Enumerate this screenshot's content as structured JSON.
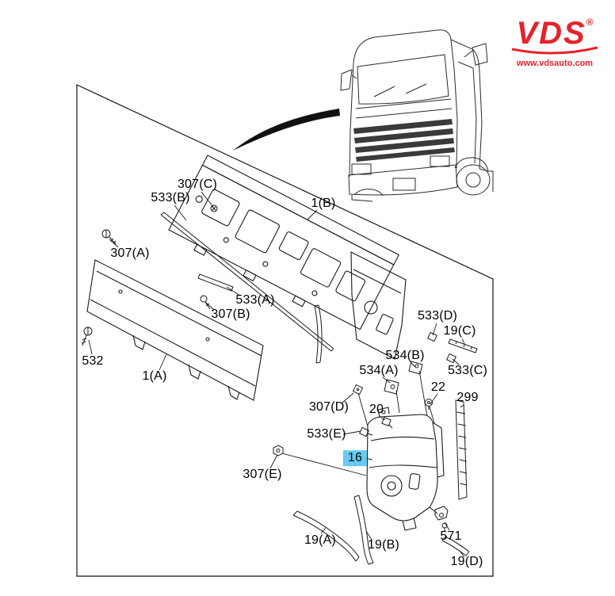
{
  "brand": {
    "name": "VDS",
    "registered_mark": "®",
    "website": "www.vdsauto.com",
    "brand_color": "#e5232b"
  },
  "diagram": {
    "highlight_color": "#66cbf2",
    "labels": [
      {
        "id": "307C",
        "text": "307(C)"
      },
      {
        "id": "533B",
        "text": "533(B)"
      },
      {
        "id": "307A",
        "text": "307(A)"
      },
      {
        "id": "533A",
        "text": "533(A)"
      },
      {
        "id": "307B",
        "text": "307(B)"
      },
      {
        "id": "532",
        "text": "532"
      },
      {
        "id": "1A",
        "text": "1(A)"
      },
      {
        "id": "1B",
        "text": "1(B)"
      },
      {
        "id": "533D",
        "text": "533(D)"
      },
      {
        "id": "19C",
        "text": "19(C)"
      },
      {
        "id": "534B",
        "text": "534(B)"
      },
      {
        "id": "533C",
        "text": "533(C)"
      },
      {
        "id": "534A",
        "text": "534(A)"
      },
      {
        "id": "22",
        "text": "22"
      },
      {
        "id": "299",
        "text": "299"
      },
      {
        "id": "307D",
        "text": "307(D)"
      },
      {
        "id": "20",
        "text": "20"
      },
      {
        "id": "533E",
        "text": "533(E)"
      },
      {
        "id": "16",
        "text": "16",
        "highlighted": true
      },
      {
        "id": "307E",
        "text": "307(E)"
      },
      {
        "id": "19A",
        "text": "19(A)"
      },
      {
        "id": "19B",
        "text": "19(B)"
      },
      {
        "id": "571",
        "text": "571"
      },
      {
        "id": "19D",
        "text": "19(D)"
      }
    ]
  }
}
